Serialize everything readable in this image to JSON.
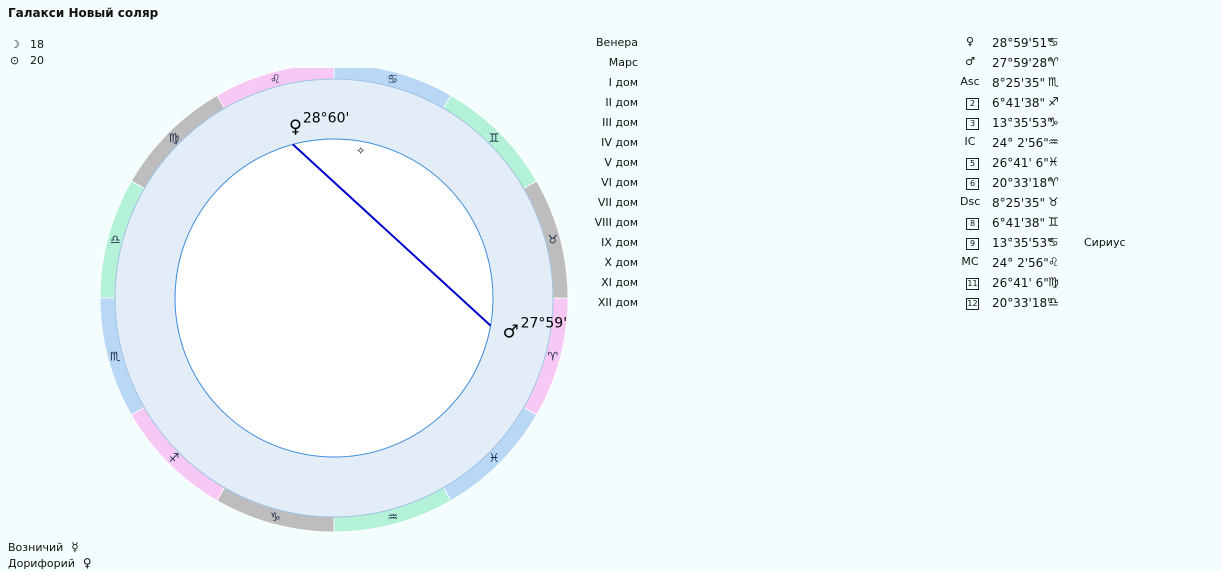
{
  "title": "Галакси Новый соляр",
  "phases": [
    {
      "glyph": "☽",
      "value": "18"
    },
    {
      "glyph": "⊙",
      "value": "20"
    }
  ],
  "zodiac": [
    "♈",
    "♉",
    "♊",
    "♋",
    "♌",
    "♍",
    "♎",
    "♏",
    "♐",
    "♑",
    "♒",
    "♓"
  ],
  "colors": {
    "fire": "#f7c8f4",
    "earth": "#bdbdbd",
    "air": "#b4f2d8",
    "water": "#b9d8f6",
    "ring": "#e2edf8",
    "aspect": "#0000cc"
  },
  "chart_planets": [
    {
      "glyph": "♀",
      "label": "28°60'"
    },
    {
      "glyph": "♂",
      "label": "27°59'"
    }
  ],
  "small_mark": "✧",
  "table": [
    {
      "name": "Венера",
      "sym": "♀",
      "value": "28°59'51\"",
      "sign": "♋"
    },
    {
      "name": "Марс",
      "sym": "♂",
      "value": "27°59'28\"",
      "sign": "♈"
    },
    {
      "name": "I дом",
      "sym": "Asc",
      "value": "8°25'35\"",
      "sign": "♏"
    },
    {
      "name": "II дом",
      "box": "2",
      "value": "6°41'38\"",
      "sign": "♐"
    },
    {
      "name": "III дом",
      "box": "3",
      "value": "13°35'53\"",
      "sign": "♑"
    },
    {
      "name": "IV дом",
      "sym": "IC",
      "value": "24° 2'56\"",
      "sign": "♒"
    },
    {
      "name": "V дом",
      "box": "5",
      "value": "26°41' 6\"",
      "sign": "♓"
    },
    {
      "name": "VI дом",
      "box": "6",
      "value": "20°33'18\"",
      "sign": "♈"
    },
    {
      "name": "VII дом",
      "sym": "Dsc",
      "value": "8°25'35\"",
      "sign": "♉"
    },
    {
      "name": "VIII дом",
      "box": "8",
      "value": "6°41'38\"",
      "sign": "♊"
    },
    {
      "name": "IX дом",
      "box": "9",
      "value": "13°35'53\"",
      "sign": "♋",
      "star": "Сириус"
    },
    {
      "name": "X дом",
      "sym": "MC",
      "value": "24° 2'56\"",
      "sign": "♌"
    },
    {
      "name": "XI дом",
      "box": "11",
      "value": "26°41' 6\"",
      "sign": "♍"
    },
    {
      "name": "XII дом",
      "box": "12",
      "value": "20°33'18\"",
      "sign": "♎"
    }
  ],
  "bottom": [
    {
      "name": "Возничий",
      "glyph": "☿"
    },
    {
      "name": "Дорифорий",
      "glyph": "♀"
    }
  ]
}
